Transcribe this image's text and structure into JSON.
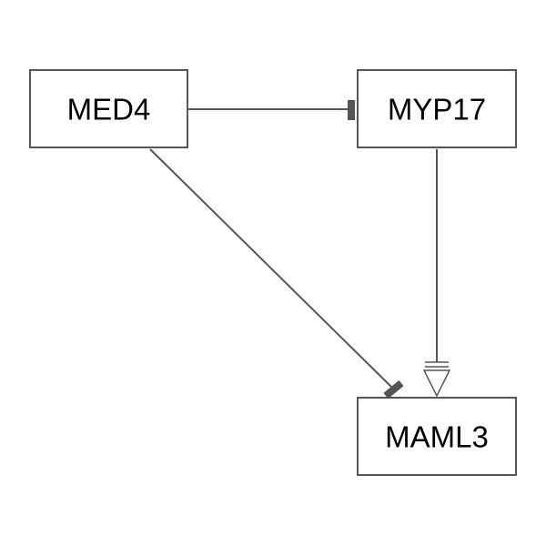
{
  "nodes": {
    "med4": {
      "label": "MED4"
    },
    "myp17": {
      "label": "MYP17"
    },
    "maml3": {
      "label": "MAML3"
    }
  },
  "edges": [
    {
      "from": "MED4",
      "to": "MYP17",
      "type": "inhibition"
    },
    {
      "from": "MED4",
      "to": "MAML3",
      "type": "inhibition"
    },
    {
      "from": "MYP17",
      "to": "MAML3",
      "type": "open-triangle-with-bar"
    }
  ],
  "colors": {
    "stroke": "#555555",
    "text": "#000000",
    "background": "#ffffff"
  }
}
